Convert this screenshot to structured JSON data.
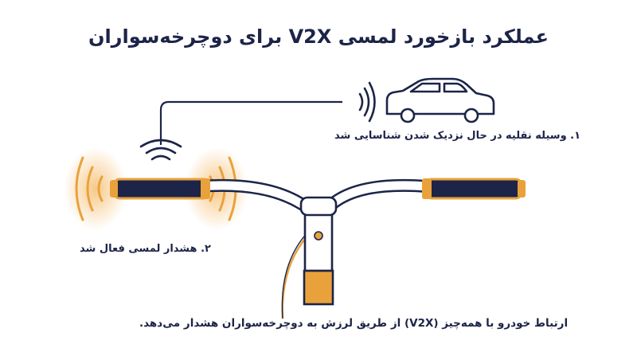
{
  "title": "عملکرد بازخورد لمسی V2X برای دوچرخه‌سواران",
  "step1": "۱. وسیله نقلیه در حال نزدیک شدن شناسایی شد",
  "step2": "۲. هشدار لمسی فعال شد",
  "footer": "ارتباط خودرو با همه‌چیز (V2X) از طریق لرزش به دوچرخه‌سواران هشدار می‌دهد.",
  "colors": {
    "navy": "#1c2448",
    "orange": "#e9a23b",
    "glow": "#f6c27a",
    "white": "#ffffff"
  },
  "icons": [
    "car-icon",
    "wireless-signal-icon",
    "vibration-icon",
    "bicycle-handlebar-icon"
  ]
}
